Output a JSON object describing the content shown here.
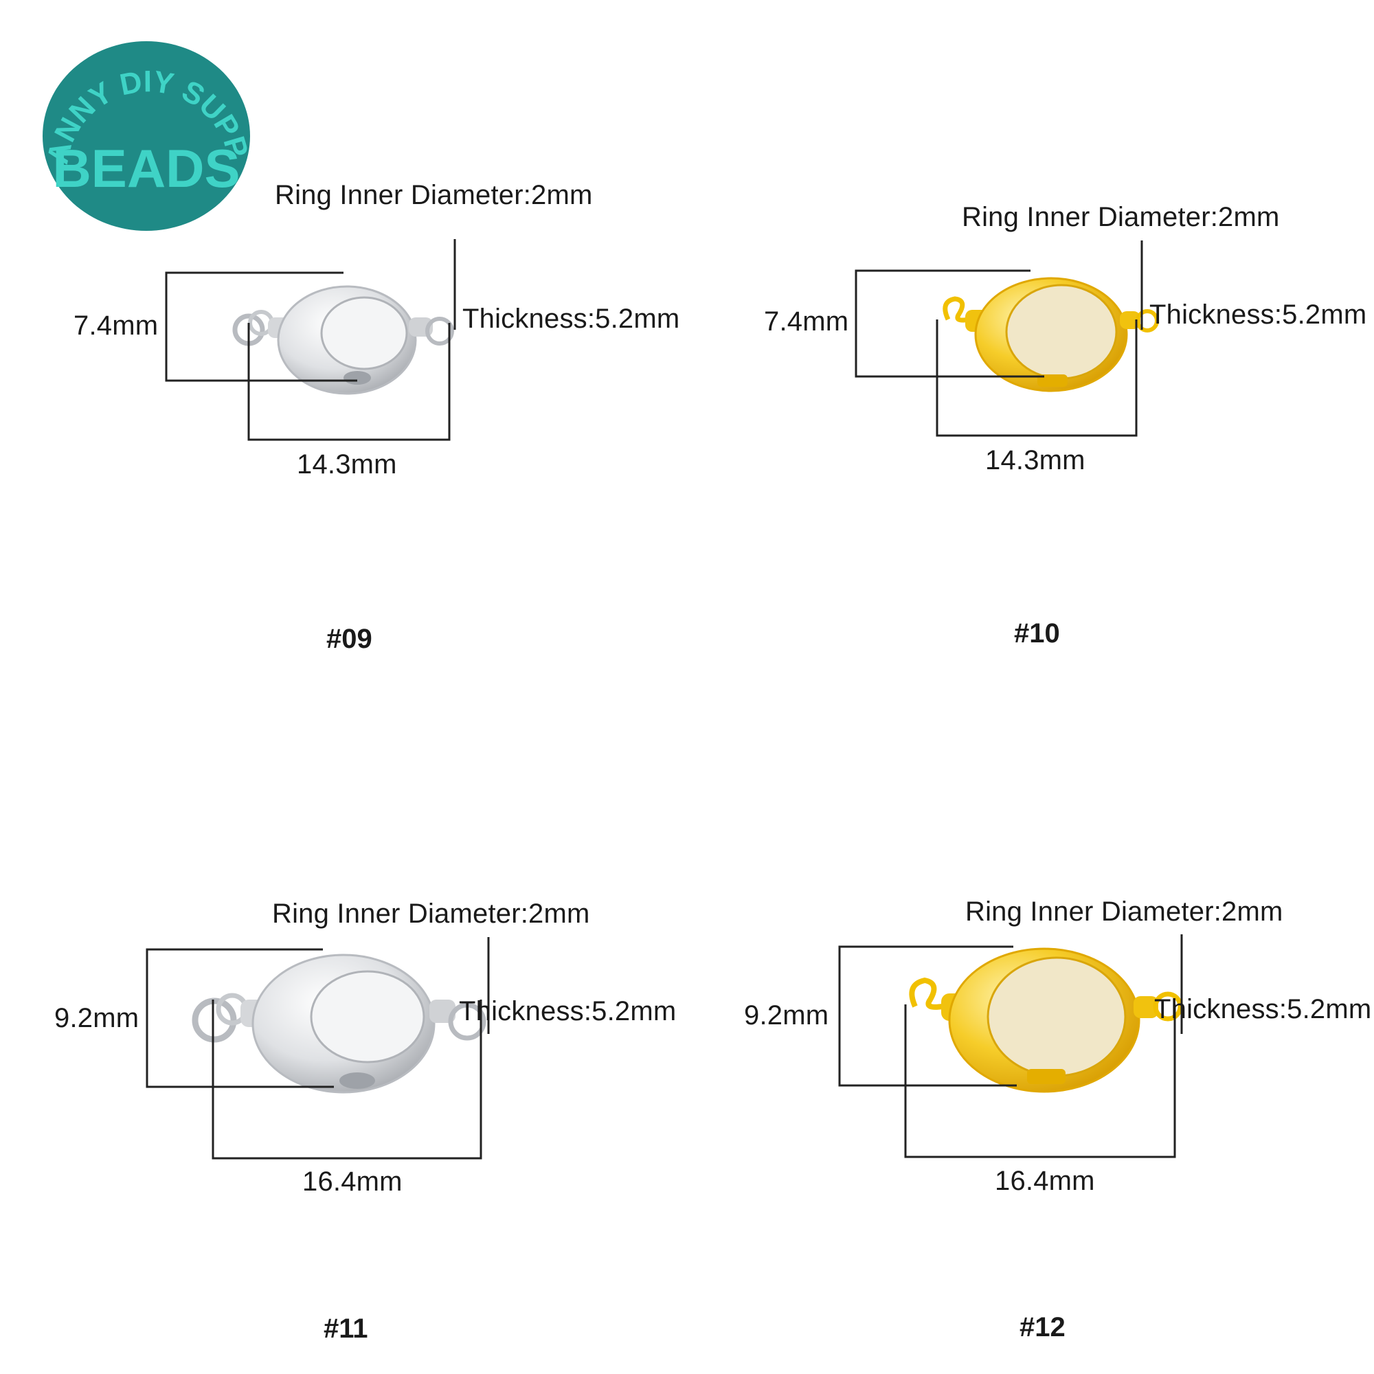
{
  "logo": {
    "arc_text": "ANNY DIY SUPPLY",
    "main_text": "BEADS",
    "color": "#1f8a86",
    "text_color": "#3fd3c6"
  },
  "variants": [
    {
      "code": "#09",
      "finish": "silver",
      "ring": "Ring Inner Diameter:2mm",
      "thickness": "Thickness:5.2mm",
      "height": "7.4mm",
      "length": "14.3mm"
    },
    {
      "code": "#10",
      "finish": "gold",
      "ring": "Ring Inner Diameter:2mm",
      "thickness": "Thickness:5.2mm",
      "height": "7.4mm",
      "length": "14.3mm"
    },
    {
      "code": "#11",
      "finish": "silver",
      "ring": "Ring Inner Diameter:2mm",
      "thickness": "Thickness:5.2mm",
      "height": "9.2mm",
      "length": "16.4mm"
    },
    {
      "code": "#12",
      "finish": "gold",
      "ring": "Ring Inner Diameter:2mm",
      "thickness": "Thickness:5.2mm",
      "height": "9.2mm",
      "length": "16.4mm"
    }
  ],
  "colors": {
    "silver": "#d9dbde",
    "gold": "#f2c21a"
  }
}
